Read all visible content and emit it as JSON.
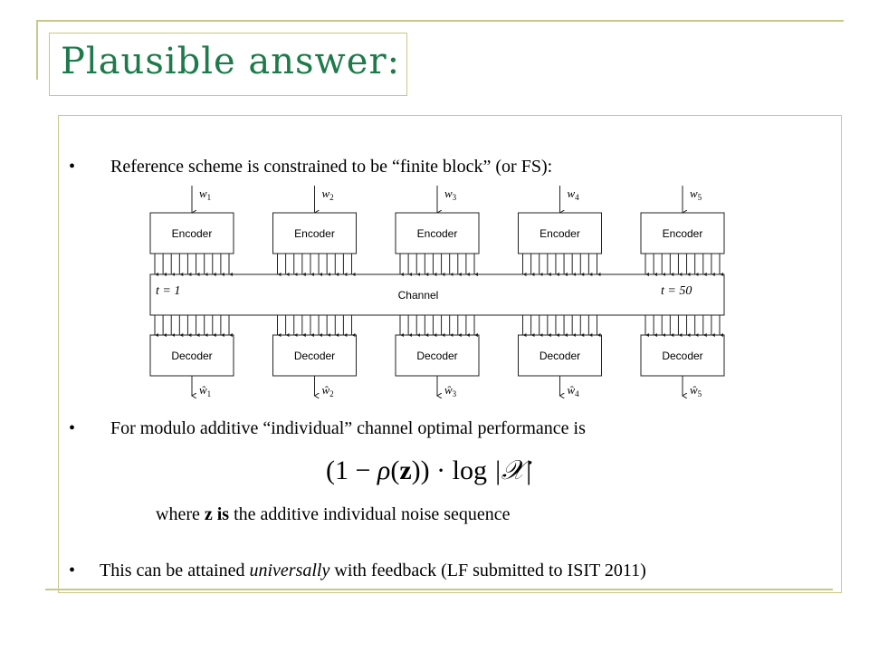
{
  "title": "Plausible answer:",
  "bullets": {
    "b1": "Reference scheme is constrained to be “finite block” (or FS):",
    "b2": "For modulo additive “individual” channel optimal performance is",
    "b3_pre": "This can be attained ",
    "b3_em": "universally",
    "b3_post": " with feedback (LF submitted to ISIT 2011)"
  },
  "where_line": {
    "pre": "where ",
    "z": "z",
    "is": " is",
    "post": " the additive individual noise sequence"
  },
  "formula": {
    "open": "(1 − ",
    "rho": "ρ",
    "lp": "(",
    "z": "z",
    "rp": "))",
    "dot": " · ",
    "log": "log ",
    "abs": "|𝒳|"
  },
  "diagram": {
    "encoder_label": "Encoder",
    "decoder_label": "Decoder",
    "channel_label": "Channel",
    "t_start": "t = 1",
    "t_end": "t = 50",
    "inputs": [
      "w1",
      "w2",
      "w3",
      "w4",
      "w5"
    ],
    "outputs": [
      "ŵ1",
      "ŵ2",
      "ŵ3",
      "ŵ4",
      "ŵ5"
    ],
    "input_labels": [
      {
        "base": "w",
        "sub": "1"
      },
      {
        "base": "w",
        "sub": "2"
      },
      {
        "base": "w",
        "sub": "3"
      },
      {
        "base": "w",
        "sub": "4"
      },
      {
        "base": "w",
        "sub": "5"
      }
    ],
    "output_labels": [
      {
        "base": "ŵ",
        "sub": "1"
      },
      {
        "base": "ŵ",
        "sub": "2"
      },
      {
        "base": "ŵ",
        "sub": "3"
      },
      {
        "base": "ŵ",
        "sub": "4"
      },
      {
        "base": "ŵ",
        "sub": "5"
      }
    ]
  }
}
